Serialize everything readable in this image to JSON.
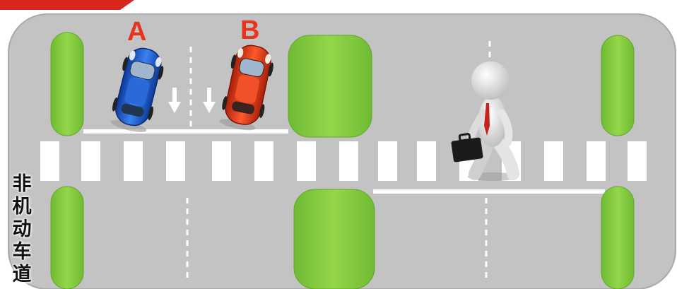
{
  "labels": {
    "car_a": "A",
    "car_b": "B",
    "lane_sign": "非机动车道"
  },
  "colors": {
    "road": "#c3c3c3",
    "road_edge": "#a9a9a9",
    "green_island": "#8ccf45",
    "green_island_edge": "#5fa826",
    "lane_marking": "#ffffff",
    "car_a_body": "#1f5fd0",
    "car_b_body": "#e8391b",
    "letter": "#e8331f",
    "banner": "#d9251c"
  },
  "icons": {
    "direction_arrows": "down-arrow-icon",
    "pedestrian": "person-with-briefcase-icon"
  }
}
